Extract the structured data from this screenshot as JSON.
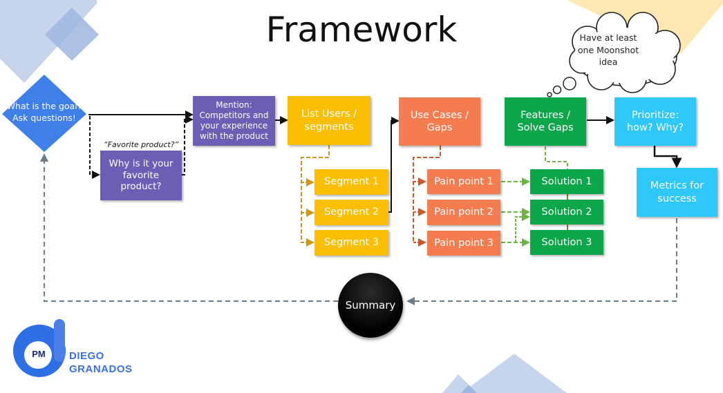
{
  "title": "Framework",
  "start": {
    "text": "What is the goal?\nAsk questions!",
    "color": "#3f7fe8"
  },
  "favorite_label": "“Favorite product?”",
  "nodes": {
    "why_favorite": "Why is it your\nfavorite\nproduct?",
    "mention": "Mention:\nCompetitors and\nyour experience\nwith the product",
    "list_users": "List Users /\nsegments",
    "segments": [
      "Segment 1",
      "Segment 2",
      "Segment 3"
    ],
    "use_cases": "Use Cases /\nGaps",
    "pain_points": [
      "Pain point 1",
      "Pain point 2",
      "Pain point 3"
    ],
    "features": "Features /\nSolve Gaps",
    "solutions": [
      "Solution 1",
      "Solution 2",
      "Solution 3"
    ],
    "prioritize": "Prioritize:\nhow? Why?",
    "metrics": "Metrics for\nsuccess",
    "summary": "Summary"
  },
  "cloud_note": "Have at least\none Moonshot\nidea",
  "logo": {
    "badge": "PM",
    "name": "DIEGO\nGRANADOS"
  },
  "colors": {
    "purple": "#6a5fb5",
    "yellow": "#fbbf00",
    "orange": "#f47c4f",
    "green": "#0ea64b",
    "cyan": "#2ec8fb",
    "loop_dash": "#6b7b88"
  }
}
